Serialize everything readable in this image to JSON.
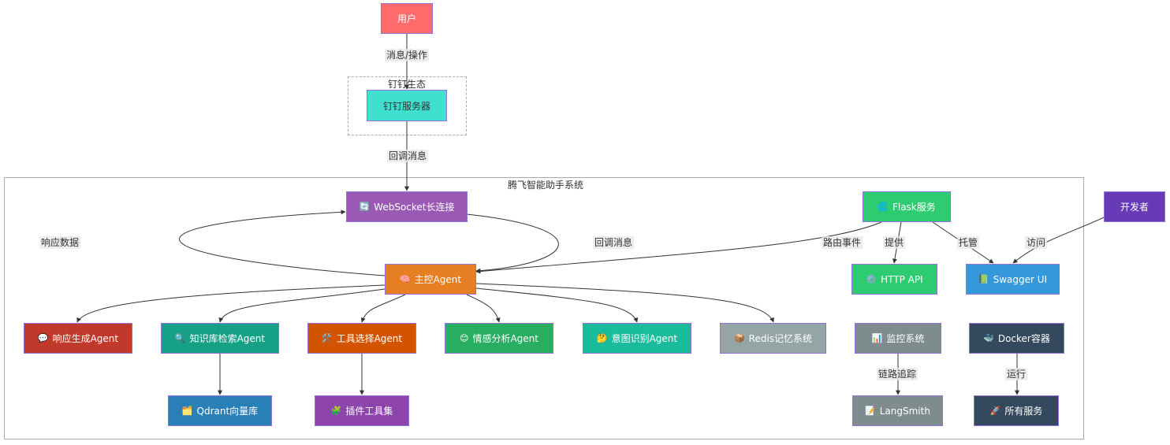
{
  "diagram": {
    "clusters": {
      "dingtalk": "钉钉生态",
      "system": "腾飞智能助手系统"
    },
    "nodes": {
      "user": {
        "label": "用户",
        "color": "#ff6b6b"
      },
      "dingtalk_server": {
        "label": "钉钉服务器",
        "color": "#40e0d0",
        "text_color": "#333333"
      },
      "websocket": {
        "label": "WebSocket长连接",
        "icon": "🔄",
        "icon_name": "refresh-icon",
        "color": "#9b59b6"
      },
      "flask": {
        "label": "Flask服务",
        "icon": "🌐",
        "icon_name": "globe-icon",
        "color": "#2ecc71"
      },
      "developer": {
        "label": "开发者",
        "color": "#673ab7"
      },
      "master_agent": {
        "label": "主控Agent",
        "icon": "🧠",
        "icon_name": "brain-icon",
        "color": "#e67e22"
      },
      "http_api": {
        "label": "HTTP API",
        "icon": "⚙️",
        "icon_name": "gear-icon",
        "color": "#2ecc71"
      },
      "swagger": {
        "label": "Swagger UI",
        "icon": "📗",
        "icon_name": "book-icon",
        "color": "#3498db"
      },
      "response_agent": {
        "label": "响应生成Agent",
        "icon": "💬",
        "icon_name": "speech-bubble-icon",
        "color": "#c0392b"
      },
      "knowledge_agent": {
        "label": "知识库检索Agent",
        "icon": "🔍",
        "icon_name": "magnifier-icon",
        "color": "#16a085"
      },
      "tool_agent": {
        "label": "工具选择Agent",
        "icon": "🛠️",
        "icon_name": "tools-icon",
        "color": "#d35400"
      },
      "sentiment_agent": {
        "label": "情感分析Agent",
        "icon": "😊",
        "icon_name": "smile-icon",
        "color": "#27ae60"
      },
      "intent_agent": {
        "label": "意图识别Agent",
        "icon": "🤔",
        "icon_name": "thinking-face-icon",
        "color": "#1abc9c"
      },
      "redis": {
        "label": "Redis记忆系统",
        "icon": "📦",
        "icon_name": "package-icon",
        "color": "#95a5a6"
      },
      "monitor": {
        "label": "监控系统",
        "icon": "📊",
        "icon_name": "bar-chart-icon",
        "color": "#7f8c8d"
      },
      "docker": {
        "label": "Docker容器",
        "icon": "🐳",
        "icon_name": "whale-icon",
        "color": "#34495e"
      },
      "qdrant": {
        "label": "Qdrant向量库",
        "icon": "🗂️",
        "icon_name": "database-icon",
        "color": "#2980b9"
      },
      "plugins": {
        "label": "插件工具集",
        "icon": "🧩",
        "icon_name": "puzzle-icon",
        "color": "#8e44ad"
      },
      "langsmith": {
        "label": "LangSmith",
        "icon": "📝",
        "icon_name": "memo-icon",
        "color": "#7f8c8d"
      },
      "all_services": {
        "label": "所有服务",
        "icon": "🚀",
        "icon_name": "rocket-icon",
        "color": "#34495e"
      }
    },
    "edges": {
      "user_to_dingtalk": "消息/操作",
      "dingtalk_to_ws": "回调消息",
      "ws_to_master": "回调消息",
      "master_to_ws": "响应数据",
      "flask_to_master": "路由事件",
      "flask_to_api": "提供",
      "flask_to_swagger": "托管",
      "dev_to_swagger": "访问",
      "monitor_to_langsmith": "链路追踪",
      "docker_to_all": "运行"
    }
  }
}
